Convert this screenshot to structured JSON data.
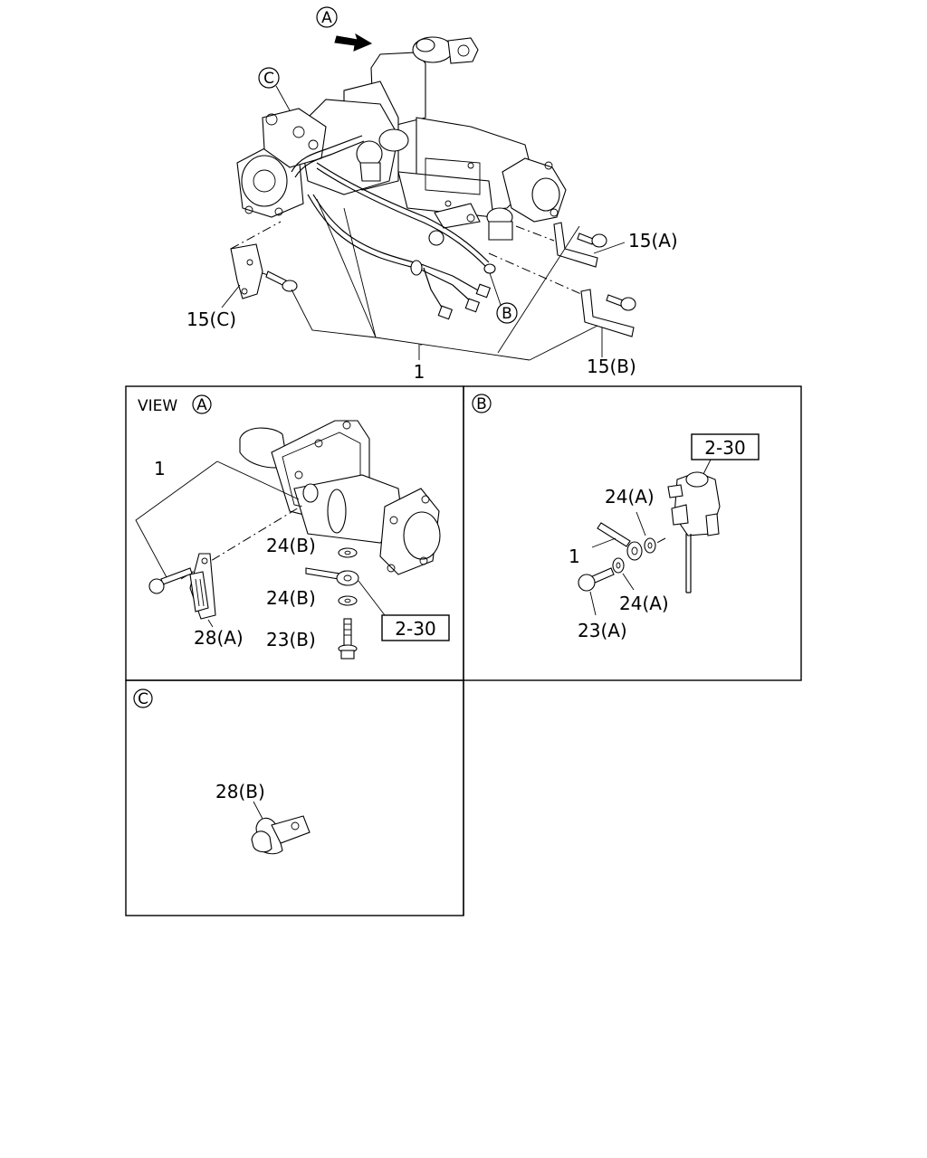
{
  "overview": {
    "view_marker": "A",
    "clip_marker": "C",
    "wire_marker": "B",
    "callouts": {
      "item_1": "1",
      "bracket_a": "15(A)",
      "bracket_b": "15(B)",
      "bracket_c": "15(C)"
    }
  },
  "panel_a": {
    "title_prefix": "VIEW",
    "title_marker": "A",
    "callouts": {
      "item_1": "1",
      "washer_upper": "24(B)",
      "washer_lower": "24(B)",
      "bolt": "23(B)",
      "clip": "28(A)",
      "ref": "2-30"
    }
  },
  "panel_b": {
    "marker": "B",
    "callouts": {
      "ref": "2-30",
      "washer_upper": "24(A)",
      "washer_lower": "24(A)",
      "item_1": "1",
      "bolt": "23(A)"
    }
  },
  "panel_c": {
    "marker": "C",
    "callouts": {
      "clip": "28(B)"
    }
  }
}
